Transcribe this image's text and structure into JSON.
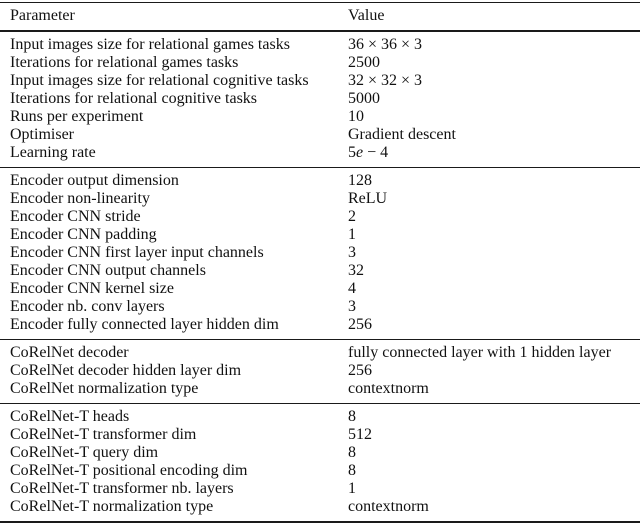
{
  "table": {
    "header": {
      "parameter": "Parameter",
      "value": "Value"
    },
    "sections": [
      {
        "rows": [
          {
            "parameter": "Input images size for relational games tasks",
            "value": "36 × 36 × 3"
          },
          {
            "parameter": "Iterations for relational games tasks",
            "value": "2500"
          },
          {
            "parameter": "Input images size for relational cognitive tasks",
            "value": "32 × 32 × 3"
          },
          {
            "parameter": "Iterations for relational cognitive tasks",
            "value": "5000"
          },
          {
            "parameter": "Runs per experiment",
            "value": "10"
          },
          {
            "parameter": "Optimiser",
            "value": "Gradient descent"
          },
          {
            "parameter": "Learning rate",
            "value": "5e − 4",
            "math_italic_e": true
          }
        ]
      },
      {
        "rows": [
          {
            "parameter": "Encoder output dimension",
            "value": "128"
          },
          {
            "parameter": "Encoder non-linearity",
            "value": "ReLU"
          },
          {
            "parameter": "Encoder CNN stride",
            "value": "2"
          },
          {
            "parameter": "Encoder CNN padding",
            "value": "1"
          },
          {
            "parameter": "Encoder CNN first layer input channels",
            "value": "3"
          },
          {
            "parameter": "Encoder CNN output channels",
            "value": "32"
          },
          {
            "parameter": "Encoder CNN kernel size",
            "value": "4"
          },
          {
            "parameter": "Encoder nb. conv layers",
            "value": "3"
          },
          {
            "parameter": "Encoder fully connected layer hidden dim",
            "value": "256"
          }
        ]
      },
      {
        "rows": [
          {
            "parameter": "CoRelNet decoder",
            "value": "fully connected layer with 1 hidden layer"
          },
          {
            "parameter": "CoRelNet decoder hidden layer dim",
            "value": "256"
          },
          {
            "parameter": "CoRelNet normalization type",
            "value": "contextnorm"
          }
        ]
      },
      {
        "rows": [
          {
            "parameter": "CoRelNet-T heads",
            "value": "8"
          },
          {
            "parameter": "CoRelNet-T transformer dim",
            "value": "512"
          },
          {
            "parameter": "CoRelNet-T query dim",
            "value": "8"
          },
          {
            "parameter": "CoRelNet-T positional encoding dim",
            "value": "8"
          },
          {
            "parameter": "CoRelNet-T transformer nb. layers",
            "value": "1"
          },
          {
            "parameter": "CoRelNet-T normalization type",
            "value": "contextnorm"
          }
        ]
      }
    ]
  }
}
